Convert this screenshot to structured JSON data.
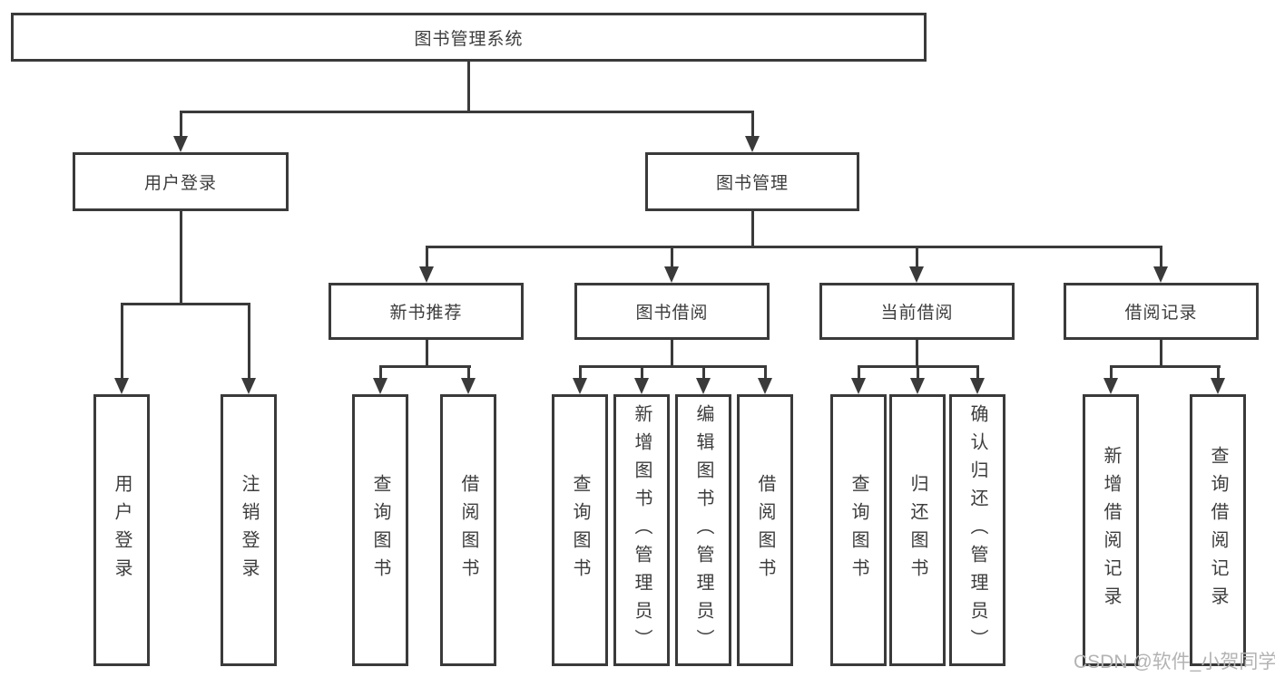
{
  "diagram": {
    "type": "hierarchy",
    "root": {
      "label": "图书管理系统"
    },
    "branches": [
      {
        "label": "用户登录",
        "children": [
          {
            "label": "用户登录"
          },
          {
            "label": "注销登录"
          }
        ]
      },
      {
        "label": "图书管理",
        "children": [
          {
            "label": "新书推荐",
            "children": [
              {
                "label": "查询图书"
              },
              {
                "label": "借阅图书"
              }
            ]
          },
          {
            "label": "图书借阅",
            "children": [
              {
                "label": "查询图书"
              },
              {
                "label": "新增图书（管理员）"
              },
              {
                "label": "编辑图书（管理员）"
              },
              {
                "label": "借阅图书"
              }
            ]
          },
          {
            "label": "当前借阅",
            "children": [
              {
                "label": "查询图书"
              },
              {
                "label": "归还图书"
              },
              {
                "label": "确认归还（管理员）"
              }
            ]
          },
          {
            "label": "借阅记录",
            "children": [
              {
                "label": "新增借阅记录"
              },
              {
                "label": "查询借阅记录"
              }
            ]
          }
        ]
      }
    ]
  },
  "watermark": {
    "text": "CSDN @软件_小贺同学"
  },
  "colors": {
    "line": "#3a3a3a",
    "text": "#3d3d3d",
    "watermark": "#b3b3b3",
    "background": "#ffffff"
  }
}
